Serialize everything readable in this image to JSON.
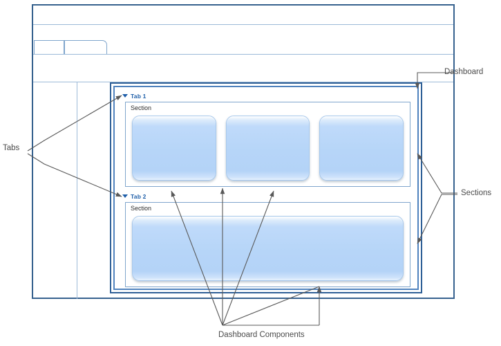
{
  "diagram": {
    "title": "Dashboard structure diagram",
    "accent_color": "#1f5fa9",
    "frame_color": "#2e5f96",
    "tile_color": "#b6d5f8",
    "annotation_color": "#4b4b4b"
  },
  "window": {
    "tabs": [
      {
        "name": "ui-tab-1",
        "label": ""
      },
      {
        "name": "ui-tab-2",
        "label": ""
      }
    ]
  },
  "dashboard": {
    "tab_groups": [
      {
        "marker": "triangle-down-icon",
        "label": "Tab 1",
        "section": {
          "title": "Section",
          "components": [
            {
              "label": ""
            },
            {
              "label": ""
            },
            {
              "label": ""
            }
          ]
        }
      },
      {
        "marker": "triangle-down-icon",
        "label": "Tab 2",
        "section": {
          "title": "Section",
          "components": [
            {
              "label": ""
            }
          ]
        }
      }
    ]
  },
  "annotations": [
    {
      "name": "tabs",
      "text": "Tabs"
    },
    {
      "name": "dashboard",
      "text": "Dashboard"
    },
    {
      "name": "sections",
      "text": "Sections"
    },
    {
      "name": "dashboard-components",
      "text": "Dashboard Components"
    }
  ]
}
